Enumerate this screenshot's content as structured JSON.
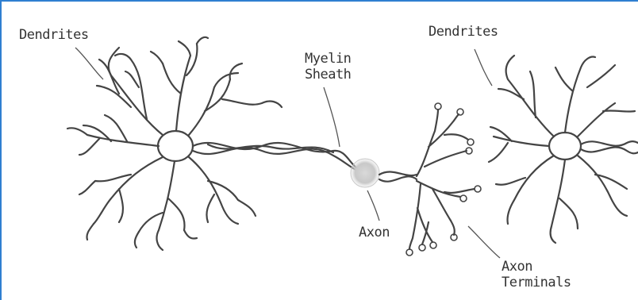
{
  "labels": {
    "dendrites_left": "Dendrites",
    "dendrites_right": "Dendrites",
    "myelin": "Myelin\nSheath",
    "axon": "Axon",
    "axon_terminals": "Axon\nTerminals"
  }
}
